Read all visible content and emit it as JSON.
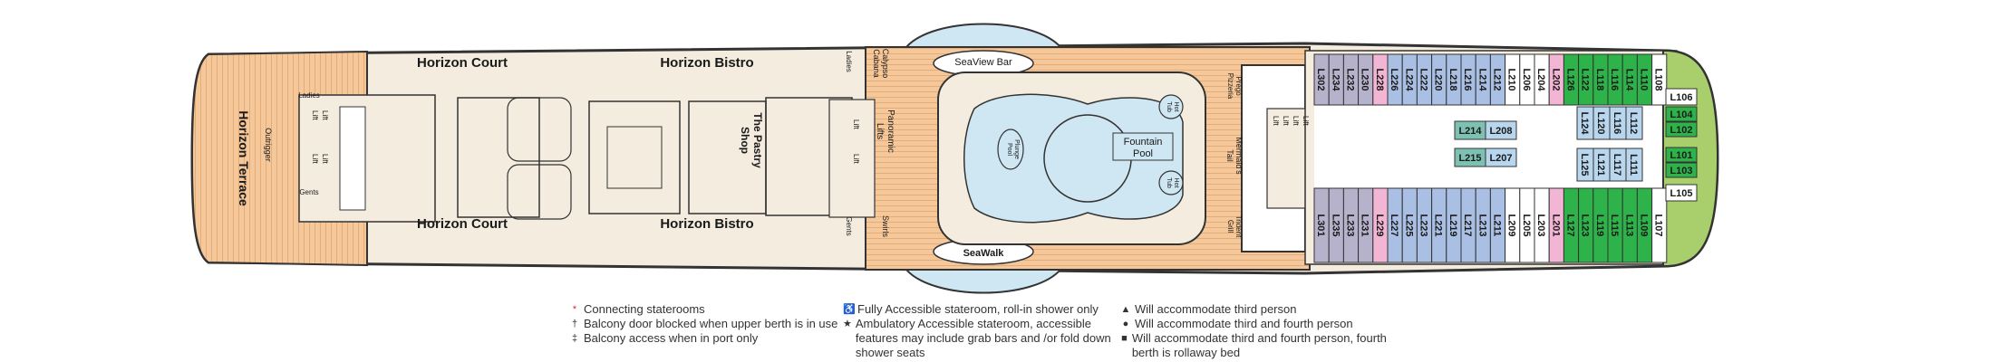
{
  "colors": {
    "deck_wood": "#f4c89a",
    "interior": "#f3ecdf",
    "wall": "#333333",
    "water": "#cfe6f3",
    "cabin_purple": "#b7b2cc",
    "cabin_blue": "#a9bfe3",
    "cabin_white": "#ffffff",
    "cabin_pink": "#f2b6d4",
    "cabin_green": "#2db34a",
    "cabin_teal": "#7cc1b2",
    "cabin_lightblue": "#b8d6ee",
    "bow_green": "#a9cf6d",
    "connecting": "#e0252b"
  },
  "areas": {
    "horizon_terrace": "Horizon Terrace",
    "horizon_court_top": "Horizon Court",
    "horizon_court_bottom": "Horizon Court",
    "horizon_bistro_top": "Horizon Bistro",
    "horizon_bistro_bottom": "Horizon Bistro",
    "pastry_shop_line1": "The Pastry",
    "pastry_shop_line2": "Shop",
    "outrigger": "Outrigger",
    "ladies_aft": "Ladies",
    "gents_aft": "Gents",
    "ladies_fwd": "Ladies",
    "gents_fwd": "Gents",
    "calypso_line1": "Calypso",
    "calypso_line2": "Cabana",
    "seaview_bar": "SeaView Bar",
    "seawalk": "SeaWalk",
    "panoramic_line1": "Panoramic",
    "panoramic_line2": "Lifts",
    "swirls": "Swirls",
    "fountain_pool_line1": "Fountain",
    "fountain_pool_line2": "Pool",
    "plunge_pool_line1": "Plunge",
    "plunge_pool_line2": "Pool",
    "hot_tub_line1": "Hot",
    "hot_tub_line2": "Tub",
    "mermaids_line1": "Mermaid's",
    "mermaids_line2": "Tail",
    "trident_line1": "Trident",
    "trident_line2": "Grill",
    "prego_line1": "Prego",
    "prego_line2": "Pizzeria",
    "lift": "Lift"
  },
  "cabins": {
    "top_row": [
      {
        "label": "L302",
        "color": "purple"
      },
      {
        "label": "L234",
        "color": "purple"
      },
      {
        "label": "L232",
        "color": "purple"
      },
      {
        "label": "L230",
        "color": "purple"
      },
      {
        "label": "L228",
        "color": "pink"
      },
      {
        "label": "L226",
        "color": "blue"
      },
      {
        "label": "L224",
        "color": "blue"
      },
      {
        "label": "L222",
        "color": "blue"
      },
      {
        "label": "L220",
        "color": "blue"
      },
      {
        "label": "L218",
        "color": "blue"
      },
      {
        "label": "L216",
        "color": "blue"
      },
      {
        "label": "L214",
        "color": "blue"
      },
      {
        "label": "L212",
        "color": "blue"
      },
      {
        "label": "L210",
        "color": "white"
      },
      {
        "label": "L206",
        "color": "white"
      },
      {
        "label": "L204",
        "color": "white"
      },
      {
        "label": "L202",
        "color": "pink"
      },
      {
        "label": "L126",
        "color": "green"
      },
      {
        "label": "L122",
        "color": "green"
      },
      {
        "label": "L118",
        "color": "green"
      },
      {
        "label": "L116",
        "color": "green"
      },
      {
        "label": "L114",
        "color": "green"
      },
      {
        "label": "L110",
        "color": "green"
      },
      {
        "label": "L108",
        "color": "white"
      }
    ],
    "bottom_row": [
      {
        "label": "L301",
        "color": "purple"
      },
      {
        "label": "L235",
        "color": "purple"
      },
      {
        "label": "L233",
        "color": "purple"
      },
      {
        "label": "L231",
        "color": "purple"
      },
      {
        "label": "L229",
        "color": "pink"
      },
      {
        "label": "L227",
        "color": "blue"
      },
      {
        "label": "L225",
        "color": "blue"
      },
      {
        "label": "L223",
        "color": "blue"
      },
      {
        "label": "L221",
        "color": "blue"
      },
      {
        "label": "L219",
        "color": "blue"
      },
      {
        "label": "L217",
        "color": "blue"
      },
      {
        "label": "L213",
        "color": "blue"
      },
      {
        "label": "L211",
        "color": "blue"
      },
      {
        "label": "L209",
        "color": "white"
      },
      {
        "label": "L205",
        "color": "white"
      },
      {
        "label": "L203",
        "color": "white"
      },
      {
        "label": "L201",
        "color": "pink"
      },
      {
        "label": "L127",
        "color": "green"
      },
      {
        "label": "L123",
        "color": "green"
      },
      {
        "label": "L119",
        "color": "green"
      },
      {
        "label": "L115",
        "color": "green"
      },
      {
        "label": "L113",
        "color": "green"
      },
      {
        "label": "L109",
        "color": "green"
      },
      {
        "label": "L107",
        "color": "white"
      }
    ],
    "inner_center": [
      {
        "label": "L214",
        "color": "teal"
      },
      {
        "label": "L208",
        "color": "lightblue"
      },
      {
        "label": "L215",
        "color": "teal"
      },
      {
        "label": "L207",
        "color": "lightblue"
      }
    ],
    "inner_fwd_top": [
      {
        "label": "L124",
        "color": "lightblue"
      },
      {
        "label": "L120",
        "color": "lightblue"
      },
      {
        "label": "L116",
        "color": "lightblue"
      },
      {
        "label": "L112",
        "color": "lightblue"
      }
    ],
    "inner_fwd_bottom": [
      {
        "label": "L125",
        "color": "lightblue"
      },
      {
        "label": "L121",
        "color": "lightblue"
      },
      {
        "label": "L117",
        "color": "lightblue"
      },
      {
        "label": "L111",
        "color": "lightblue"
      }
    ],
    "bow": [
      {
        "label": "L106",
        "color": "white"
      },
      {
        "label": "L104",
        "color": "green"
      },
      {
        "label": "L102",
        "color": "green"
      },
      {
        "label": "L101",
        "color": "green"
      },
      {
        "label": "L103",
        "color": "green"
      },
      {
        "label": "L105",
        "color": "white"
      }
    ]
  },
  "legend": {
    "col1": [
      {
        "symbol": "*",
        "text": "Connecting staterooms",
        "red": true
      },
      {
        "symbol": "†",
        "text": "Balcony door blocked when upper berth is in use",
        "red": false
      },
      {
        "symbol": "‡",
        "text": "Balcony access when in port only",
        "red": false
      }
    ],
    "col2": [
      {
        "symbol": "♿",
        "text": "Fully Accessible stateroom, roll-in shower only"
      },
      {
        "symbol": "★",
        "text": "Ambulatory Accessible stateroom, accessible features may include grab bars and /or fold down shower seats"
      }
    ],
    "col3": [
      {
        "symbol": "▲",
        "text": "Will accommodate third person"
      },
      {
        "symbol": "●",
        "text": "Will accommodate third and fourth person"
      },
      {
        "symbol": "■",
        "text": "Will accommodate third and fourth person, fourth berth is rollaway bed"
      }
    ]
  }
}
